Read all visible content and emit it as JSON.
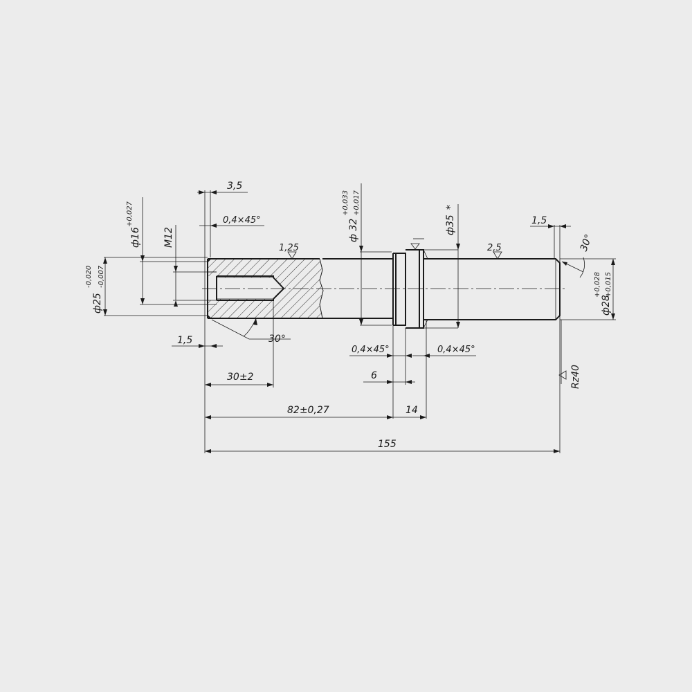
{
  "drawing": {
    "colors": {
      "background": "#ececec",
      "ink": "#1a1a1a"
    },
    "dims": {
      "d3_5": "3,5",
      "chamfer_left_top": "0,4×45°",
      "d16": "ф16",
      "d16_tol": "+0,027",
      "m12": "М12",
      "d25": "ф25",
      "d25_tol_upper": "-0,020",
      "d25_tol_lower": "-0,007",
      "rough_1_25": "1,25",
      "d32": "ф 32",
      "d32_tol_upper": "+0,033",
      "d32_tol_lower": "+0,017",
      "d35": "ф35",
      "d35_mark": "*",
      "rough_2_5": "2,5",
      "d1_5_right": "1,5",
      "angle_30_right": "30°",
      "d28": "ф28",
      "d28_tol_upper": "+0,028",
      "d28_tol_lower": "+0,015",
      "d1_5_left": "1,5",
      "angle_30_left": "30°",
      "chamfer_mid_left": "0,4×45°",
      "chamfer_mid_right": "0,4×45°",
      "d30": "30±2",
      "d6": "6",
      "rz40": "Rz40",
      "d82": "82±0,27",
      "d14": "14",
      "d155": "155"
    }
  }
}
